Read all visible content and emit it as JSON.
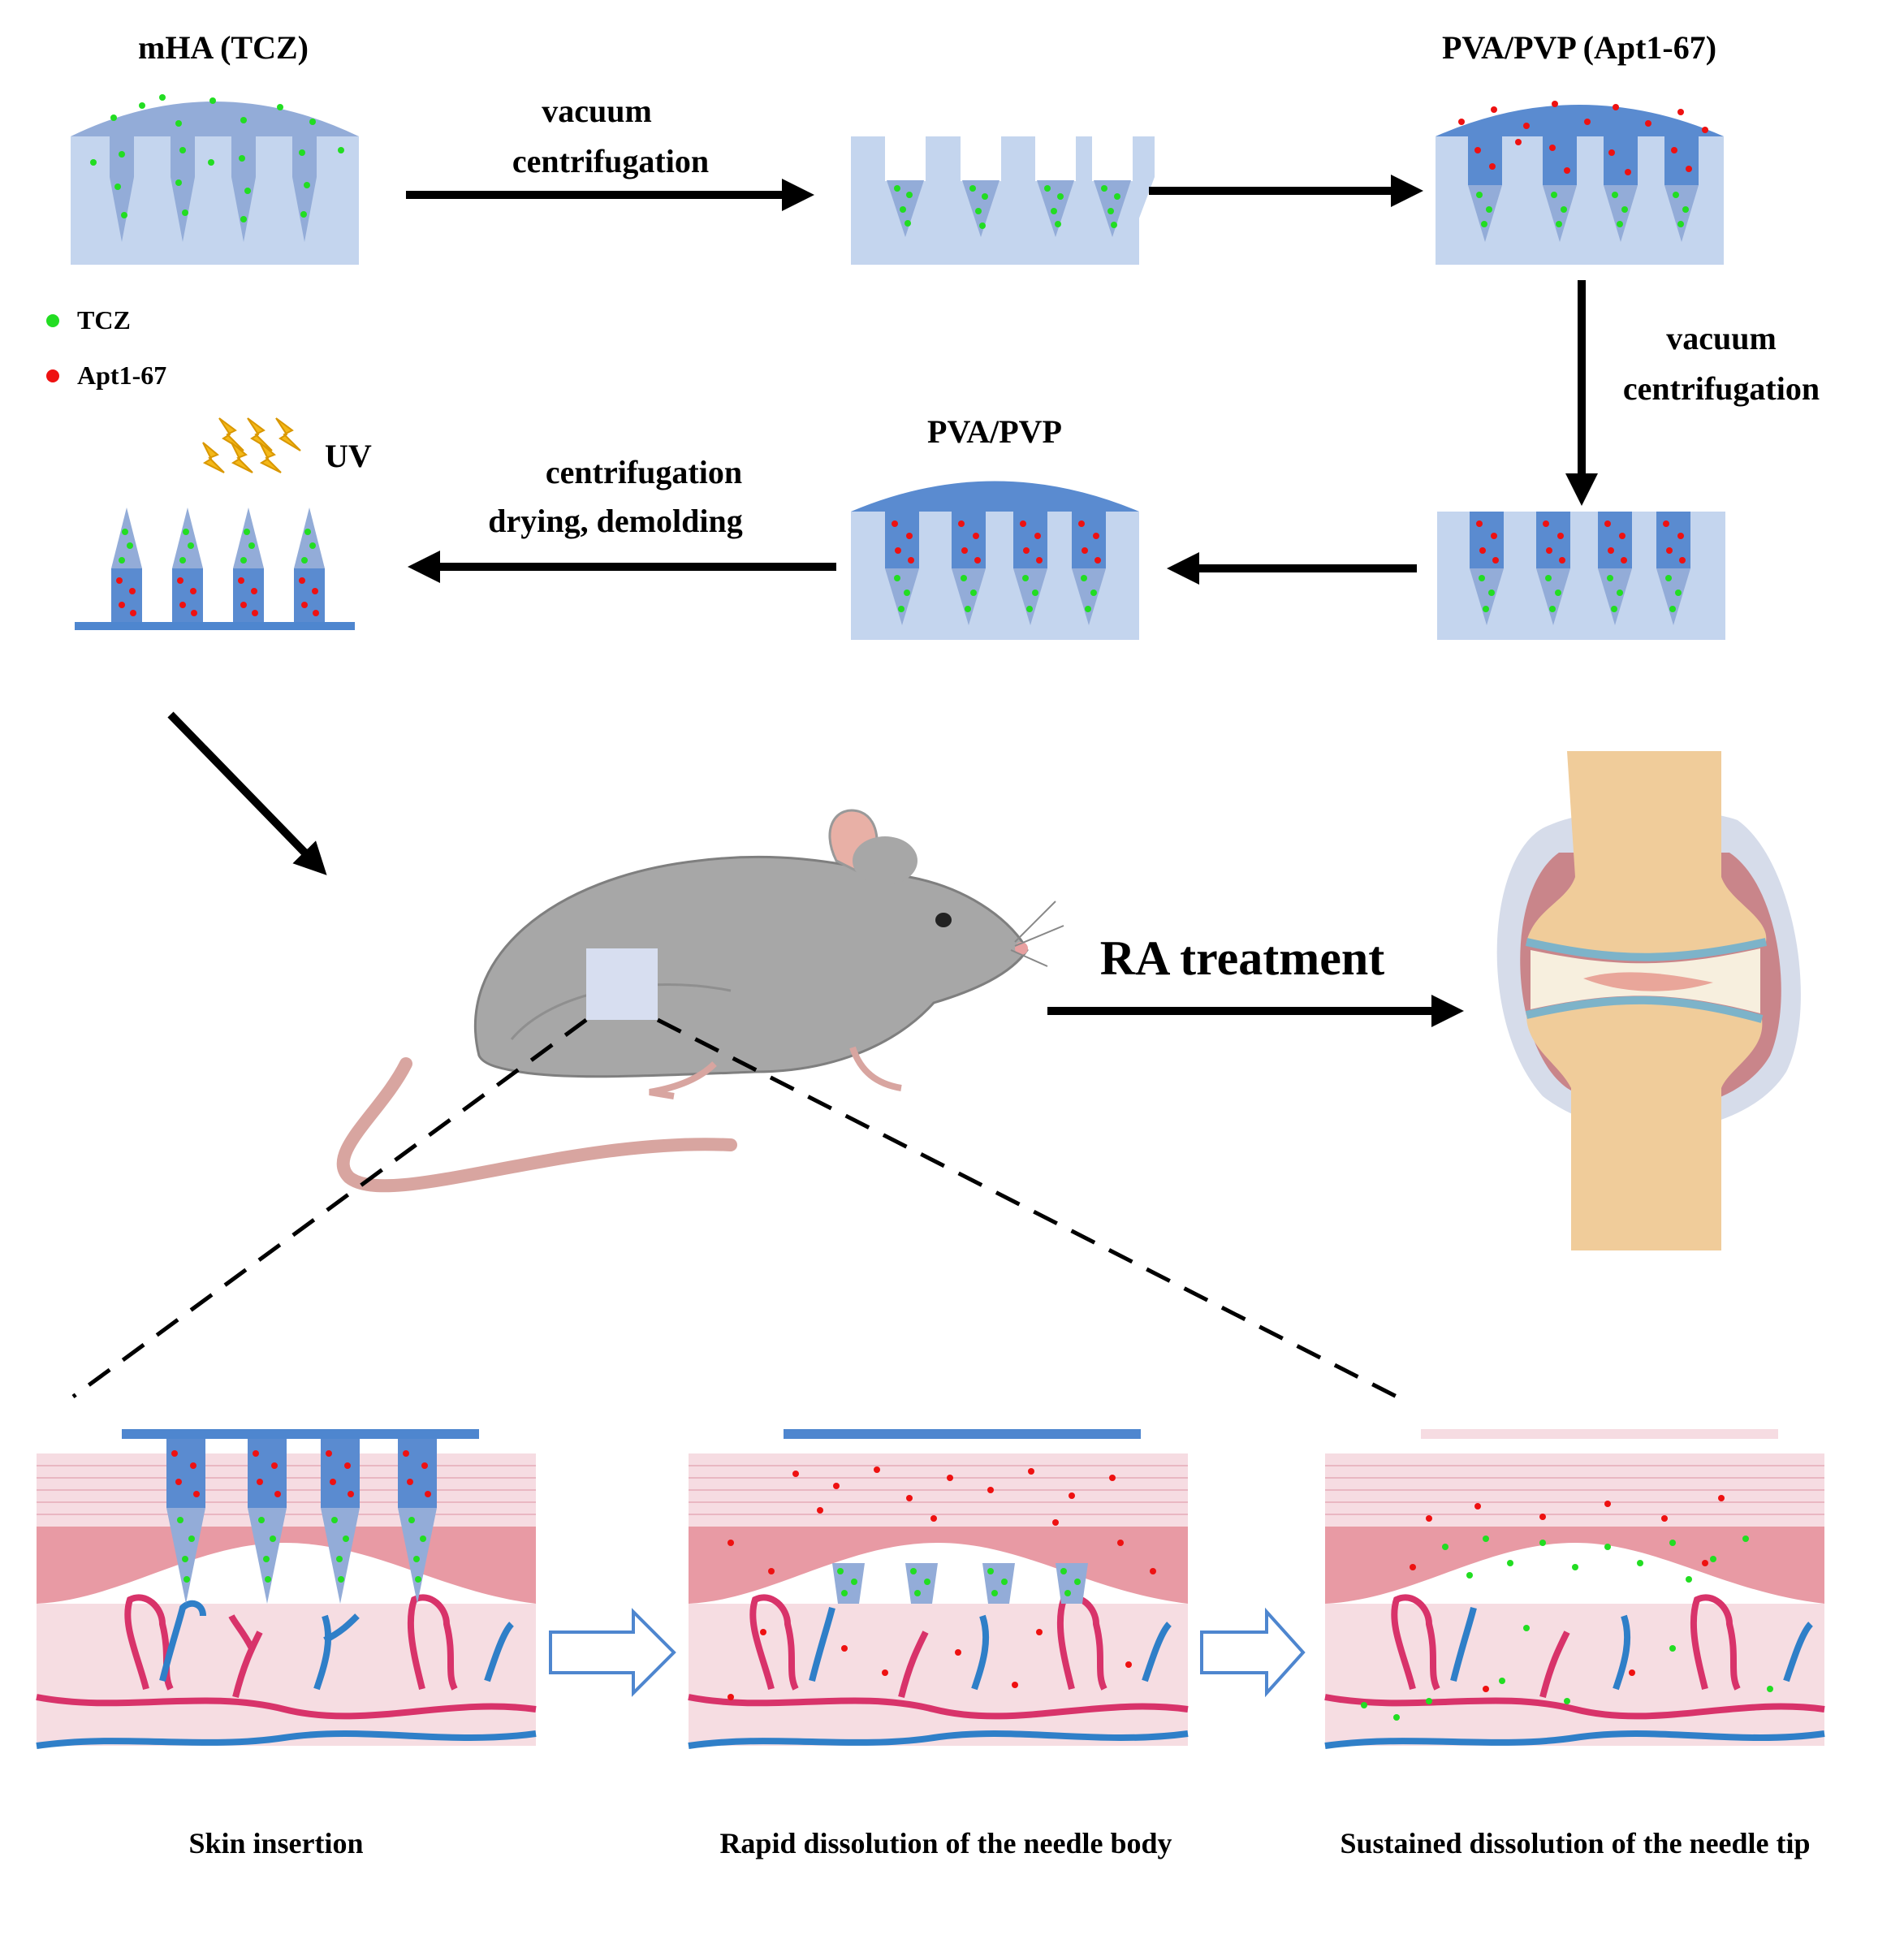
{
  "labels": {
    "mha_tcz": "mHA (TCZ)",
    "pva_pvp_apt": "PVA/PVP (Apt1-67)",
    "pva_pvp": "PVA/PVP",
    "step1_line1": "vacuum",
    "step1_line2": "centrifugation",
    "step3_line1": "vacuum",
    "step3_line2": "centrifugation",
    "step5_line1": "centrifugation",
    "step5_line2": "drying, demolding",
    "uv": "UV",
    "ra_treatment": "RA treatment"
  },
  "legend": [
    {
      "label": "TCZ",
      "color": "#22dd22"
    },
    {
      "label": "Apt1-67",
      "color": "#ee1111"
    }
  ],
  "panels": [
    {
      "caption": "Skin insertion"
    },
    {
      "caption": "Rapid dissolution of the needle body"
    },
    {
      "caption": "Sustained dissolution of the needle tip"
    }
  ],
  "colors": {
    "mold": "#c4d5ee",
    "mha_cap": "#93acd8",
    "pva_cap": "#5a8bd0",
    "needle_body": "#5b8fd3",
    "tcz": "#22dd22",
    "apt": "#ee1111",
    "skin_top": "#f6dce2",
    "epidermis": "#e89aa4",
    "dermis": "#f6dde2",
    "vessel_red": "#d8336a",
    "vessel_blue": "#2f7fc8",
    "mouse": "#a7a7a7",
    "bone": "#f0cc9a"
  }
}
